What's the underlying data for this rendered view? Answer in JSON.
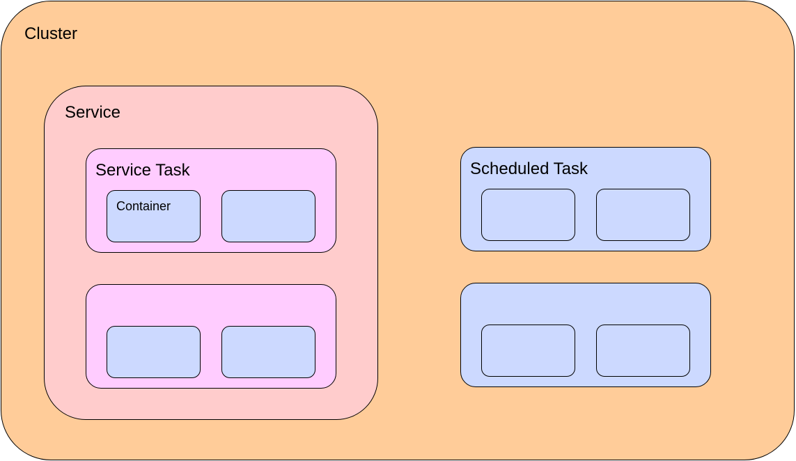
{
  "colors": {
    "cluster_fill": "#ffcc99",
    "service_fill": "#ffcccc",
    "service_task_fill": "#ffccff",
    "scheduled_task_fill": "#ccd9ff",
    "container_fill": "#ccd9ff",
    "border": "#000000"
  },
  "cluster": {
    "label": "Cluster"
  },
  "service": {
    "label": "Service",
    "tasks": [
      {
        "label": "Service Task",
        "containers": [
          {
            "label": "Container"
          },
          {
            "label": ""
          }
        ]
      },
      {
        "label": "",
        "containers": [
          {
            "label": ""
          },
          {
            "label": ""
          }
        ]
      }
    ]
  },
  "scheduled_tasks": [
    {
      "label": "Scheduled Task",
      "containers": [
        {
          "label": ""
        },
        {
          "label": ""
        }
      ]
    },
    {
      "label": "",
      "containers": [
        {
          "label": ""
        },
        {
          "label": ""
        }
      ]
    }
  ]
}
